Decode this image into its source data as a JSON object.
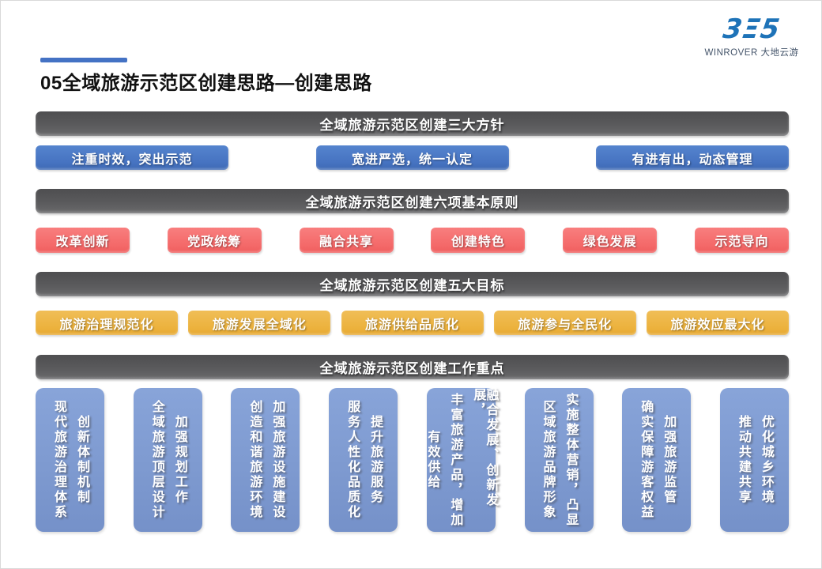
{
  "logo": {
    "mark": "3Ξ5",
    "caption": "WINROVER 大地云游"
  },
  "title": "05全域旅游示范区创建思路—创建思路",
  "colors": {
    "accent_blue": "#4472C4",
    "banner_gray": "#58585A",
    "policy_blue": "#4673C1",
    "principle_red": "#F46969",
    "goal_yellow": "#ECB23D",
    "keypoint_blue": "#7E9AD0",
    "logo_blue": "#1E73B8"
  },
  "sections": [
    {
      "banner": "全域旅游示范区创建三大方针",
      "items": [
        "注重时效，突出示范",
        "宽进严选，统一认定",
        "有进有出，动态管理"
      ]
    },
    {
      "banner": "全域旅游示范区创建六项基本原则",
      "items": [
        "改革创新",
        "党政统筹",
        "融合共享",
        "创建特色",
        "绿色发展",
        "示范导向"
      ]
    },
    {
      "banner": "全域旅游示范区创建五大目标",
      "items": [
        "旅游治理规范化",
        "旅游发展全域化",
        "旅游供给品质化",
        "旅游参与全民化",
        "旅游效应最大化"
      ]
    },
    {
      "banner": "全域旅游示范区创建工作重点",
      "boxes": [
        {
          "cols": [
            "创新体制机制",
            "现代旅游治理体系"
          ]
        },
        {
          "cols": [
            "加强规划工作",
            "全域旅游顶层设计"
          ]
        },
        {
          "cols": [
            "加强旅游设施建设",
            "创造和谐旅游环境"
          ]
        },
        {
          "cols": [
            "提升旅游服务",
            "服务人性化品质化"
          ]
        },
        {
          "cols": [
            "融合发展、创新发展，",
            "丰富旅游产品，增加",
            "有效供给"
          ]
        },
        {
          "cols": [
            "实施整体营销，凸显",
            "区域旅游品牌形象"
          ]
        },
        {
          "cols": [
            "加强旅游监管",
            "确实保障游客权益"
          ]
        },
        {
          "cols": [
            "优化城乡环境",
            "推动共建共享"
          ]
        }
      ]
    }
  ]
}
